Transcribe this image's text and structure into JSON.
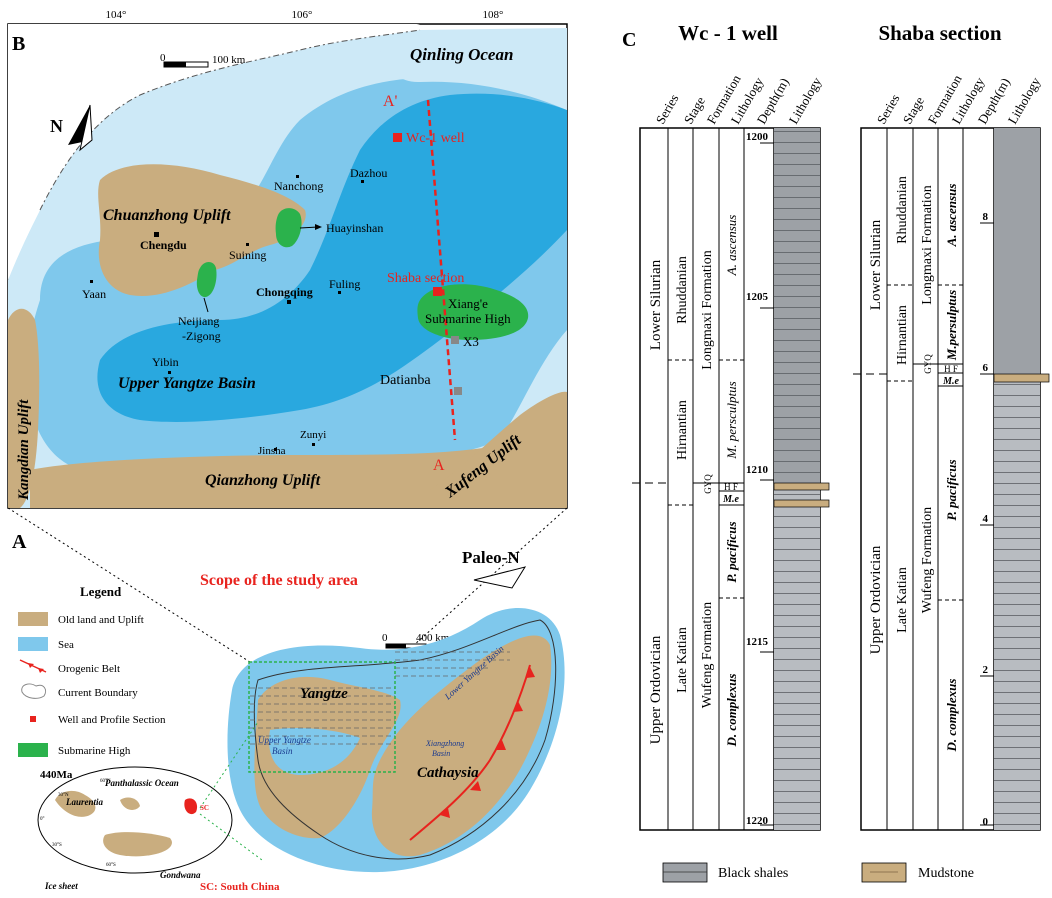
{
  "panel_labels": {
    "a": "A",
    "b": "B",
    "c": "C"
  },
  "map_b": {
    "longitudes": [
      "104°",
      "106°",
      "108°"
    ],
    "scale_zero": "0",
    "scale_label": "100 km",
    "north": "N",
    "ocean": "Qinling Ocean",
    "uplift_chuanzhong": "Chuanzhong Uplift",
    "uplift_qianzhong": "Qianzhong Uplift",
    "uplift_xufeng": "Xufeng Uplift",
    "uplift_kangdian": "Kangdian Uplift",
    "basin": "Upper Yangtze Basin",
    "submarine_high_1": "Xiang'e",
    "submarine_high_2": "Submarine High",
    "well": "Wc-1 well",
    "section": "Shaba section",
    "profile_start": "A'",
    "profile_end": "A",
    "cities": {
      "nanchong": "Nanchong",
      "dazhou": "Dazhou",
      "huayinshan": "Huayinshan",
      "chengdu": "Chengdu",
      "suining": "Suining",
      "yaan": "Yaan",
      "neijiang_1": "Neijiang",
      "neijiang_2": "-Zigong",
      "chongqing": "Chongqing",
      "fuling": "Fuling",
      "x3": "X3",
      "yibin": "Yibin",
      "datianba": "Datianba",
      "zunyi": "Zunyi",
      "jinsha": "Jinsha"
    }
  },
  "map_a": {
    "scope_title": "Scope of the study area",
    "paleo_north": "Paleo-N",
    "scale_zero": "0",
    "scale_label": "400 km",
    "legend_title": "Legend",
    "legend_items": [
      {
        "label": "Old land and Uplift",
        "color": "#c9ad7f"
      },
      {
        "label": "Sea",
        "color": "#7fc8ec"
      },
      {
        "label": "Orogenic Belt",
        "color": "#e8231e"
      },
      {
        "label": "Current Boundary",
        "color": "#888888"
      },
      {
        "label": "Well and Profile Section",
        "color": "#e8231e"
      },
      {
        "label": "Submarine High",
        "color": "#2bb24c"
      }
    ],
    "yangtze": "Yangtze",
    "cathaysia": "Cathaysia",
    "upper_yangtze_basin_1": "Upper Yangtze",
    "upper_yangtze_basin_2": "Basin",
    "lower_yangtze_basin": "Lower Yangtze Basin",
    "xiangzhong_1": "Xiangzhong",
    "xiangzhong_2": "Basin",
    "globe_age": "440Ma",
    "globe_ocean": "Panthalassic Ocean",
    "globe_laurentia": "Laurentia",
    "globe_gondwana": "Gondwana",
    "globe_icesheet": "Ice sheet",
    "globe_sc": "SC",
    "globe_sc_caption": "SC: South China",
    "globe_lats": [
      "60°N",
      "30°N",
      "0°",
      "30°S",
      "60°S"
    ]
  },
  "column_headers": [
    "Series",
    "Stage",
    "Formation",
    "Lithology",
    "Depth(m)",
    "Lithology"
  ],
  "wc1": {
    "title": "Wc - 1 well",
    "series_lower": "Lower Silurian",
    "series_upper": "Upper Ordovician",
    "stage_rhuddanian": "Rhuddanian",
    "stage_hirnantian": "Hirnantian",
    "stage_late_katian": "Late Katian",
    "formation_longmaxi": "Longmaxi Formation",
    "formation_wufeng": "Wufeng Formation",
    "zone_ascensus": "A. ascensus",
    "zone_persculptus": "M. persculptus",
    "zone_gyq": "GYQ",
    "zone_hf": "H F",
    "zone_me": "M.e",
    "zone_pacificus": "P. pacificus",
    "zone_complexus": "D. complexus",
    "depth_ticks": [
      "1200",
      "1205",
      "1210",
      "1215",
      "1220"
    ]
  },
  "shaba": {
    "title": "Shaba section",
    "series_lower": "Lower Silurian",
    "series_upper": "Upper Ordovician",
    "stage_rhuddanian": "Rhuddanian",
    "stage_hirnantian": "Hirnantian",
    "stage_late_katian": "Late Katian",
    "formation_longmaxi": "Longmaxi Formation",
    "formation_wufeng": "Wufeng Formation",
    "zone_ascensus": "A. ascensus",
    "zone_persulptus": "M.persulptus",
    "zone_gyq": "GYQ",
    "zone_hf": "H F",
    "zone_me": "M.e",
    "zone_pacificus": "P. pacificus",
    "zone_complexus": "D. complexus",
    "depth_ticks": [
      "8",
      "6",
      "4",
      "2",
      "0"
    ]
  },
  "lith_legend": {
    "black_shales": "Black shales",
    "mudstone": "Mudstone"
  },
  "colors": {
    "land": "#c9ad7f",
    "sea_deep": "#29a8df",
    "sea_mid": "#7fc8ec",
    "sea_light": "#cde9f7",
    "high": "#2bb24c",
    "red": "#e8231e",
    "shale": "#b8bcc1",
    "shale_top": "#9da1a6",
    "mudstone": "#c9ad7f"
  }
}
